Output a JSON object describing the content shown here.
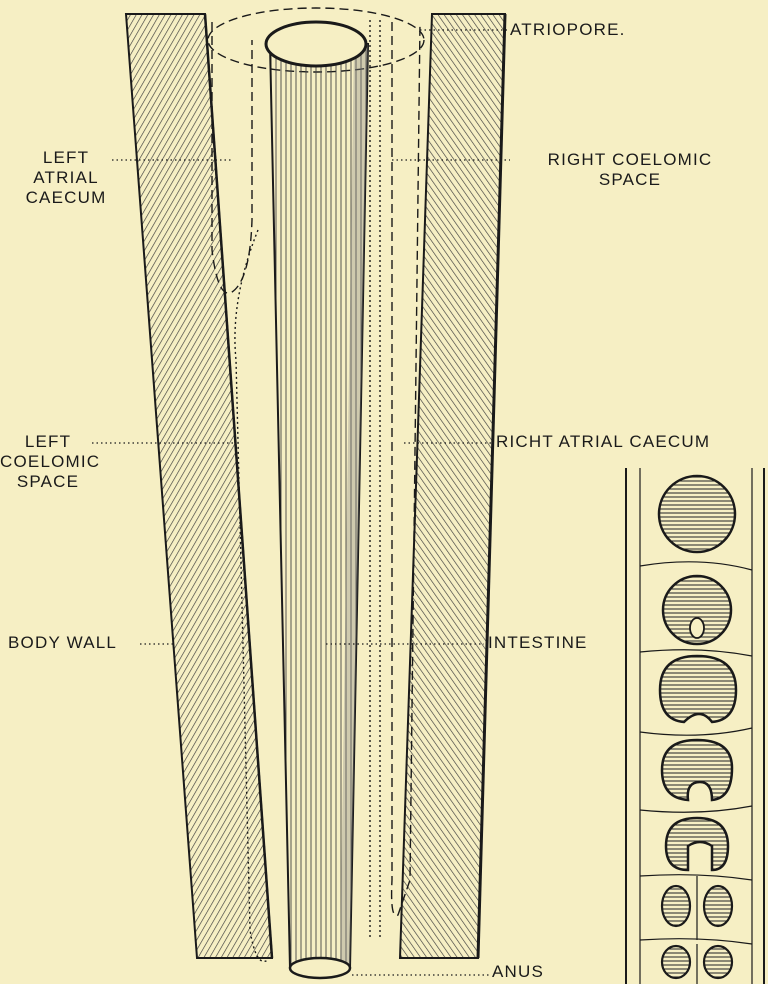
{
  "labels": {
    "atriopore": "ATRIOPORE.",
    "left_atrial_caecum": [
      "LEFT",
      "ATRIAL",
      "CAECUM"
    ],
    "right_coelomic_space": [
      "RIGHT COELOMIC",
      "SPACE"
    ],
    "left_coelomic_space": [
      "LEFT",
      "COELOMIC",
      "SPACE"
    ],
    "right_atrial_caecum": "RICHT ATRIAL CAECUM",
    "body_wall": "BODY WALL",
    "intestine": "INTESTINE",
    "anus": "ANUS"
  },
  "colors": {
    "paper": "#f6efc4",
    "ink": "#1a1a1a",
    "hatch": "#3a3a3a"
  }
}
